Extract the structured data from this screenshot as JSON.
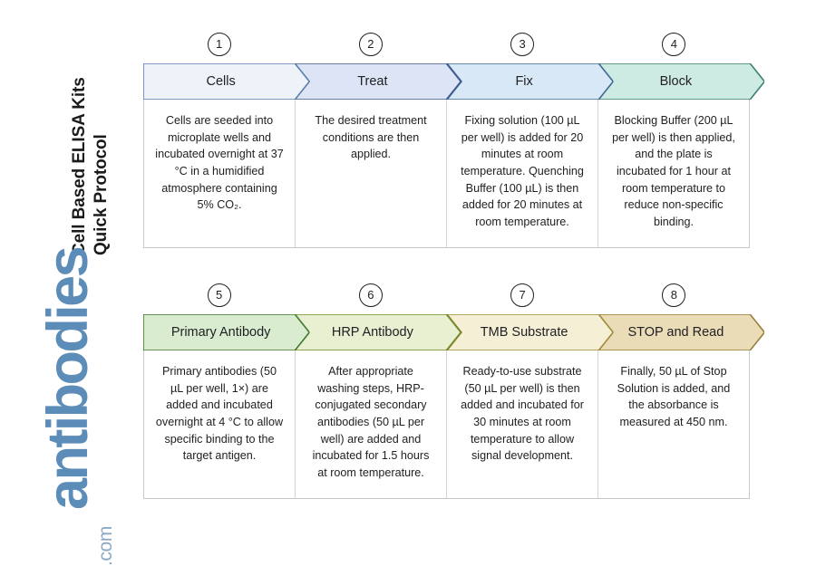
{
  "title": "Cell Based ELISA Kits\nQuick Protocol",
  "logo": {
    "word": "antibodies",
    "tld": ".com",
    "color": "#5b8db8"
  },
  "diagram": {
    "type": "process-flow",
    "rows": [
      {
        "id": "row-1",
        "steps": [
          {
            "number": "1",
            "label": "Cells",
            "fill": "#eef3fa",
            "stroke": "#5b7fae",
            "description": "Cells are seeded into microplate wells and incubated overnight at 37 °C in a humidified atmosphere containing 5% CO₂."
          },
          {
            "number": "2",
            "label": "Treat",
            "fill": "#dde4f5",
            "stroke": "#3f5c8c",
            "description": "The desired treatment conditions are then applied."
          },
          {
            "number": "3",
            "label": "Fix",
            "fill": "#d8e8f6",
            "stroke": "#3f6a96",
            "description": "Fixing solution (100 µL per well) is added for 20 minutes at room temperature. Quenching Buffer (100 µL) is then added for 20 minutes at room temperature."
          },
          {
            "number": "4",
            "label": "Block",
            "fill": "#cdeae3",
            "stroke": "#3e7f72",
            "description": "Blocking Buffer (200 µL per well) is then applied, and the plate is incubated for 1 hour at room temperature to reduce non-specific binding."
          }
        ]
      },
      {
        "id": "row-2",
        "steps": [
          {
            "number": "5",
            "label": "Primary Antibody",
            "fill": "#d9ecd0",
            "stroke": "#3f7a2e",
            "description": "Primary antibodies (50 µL per well, 1×) are added and incubated overnight at 4 °C to allow specific binding to the target antigen."
          },
          {
            "number": "6",
            "label": "HRP Antibody",
            "fill": "#e9f0d2",
            "stroke": "#6f8a2e",
            "description": "After appropriate washing steps, HRP-conjugated secondary antibodies (50 µL per well) are added and incubated for 1.5 hours at room temperature."
          },
          {
            "number": "7",
            "label": "TMB Substrate",
            "fill": "#f5efd5",
            "stroke": "#a08a3c",
            "description": "Ready-to-use substrate (50 µL per well) is then added and incubated for 30 minutes at room temperature to allow signal development."
          },
          {
            "number": "8",
            "label": "STOP and Read",
            "fill": "#ebdcb8",
            "stroke": "#9a7f3a",
            "description": "Finally, 50 µL of Stop Solution is added, and the absorbance is measured at 450 nm."
          }
        ]
      }
    ]
  }
}
